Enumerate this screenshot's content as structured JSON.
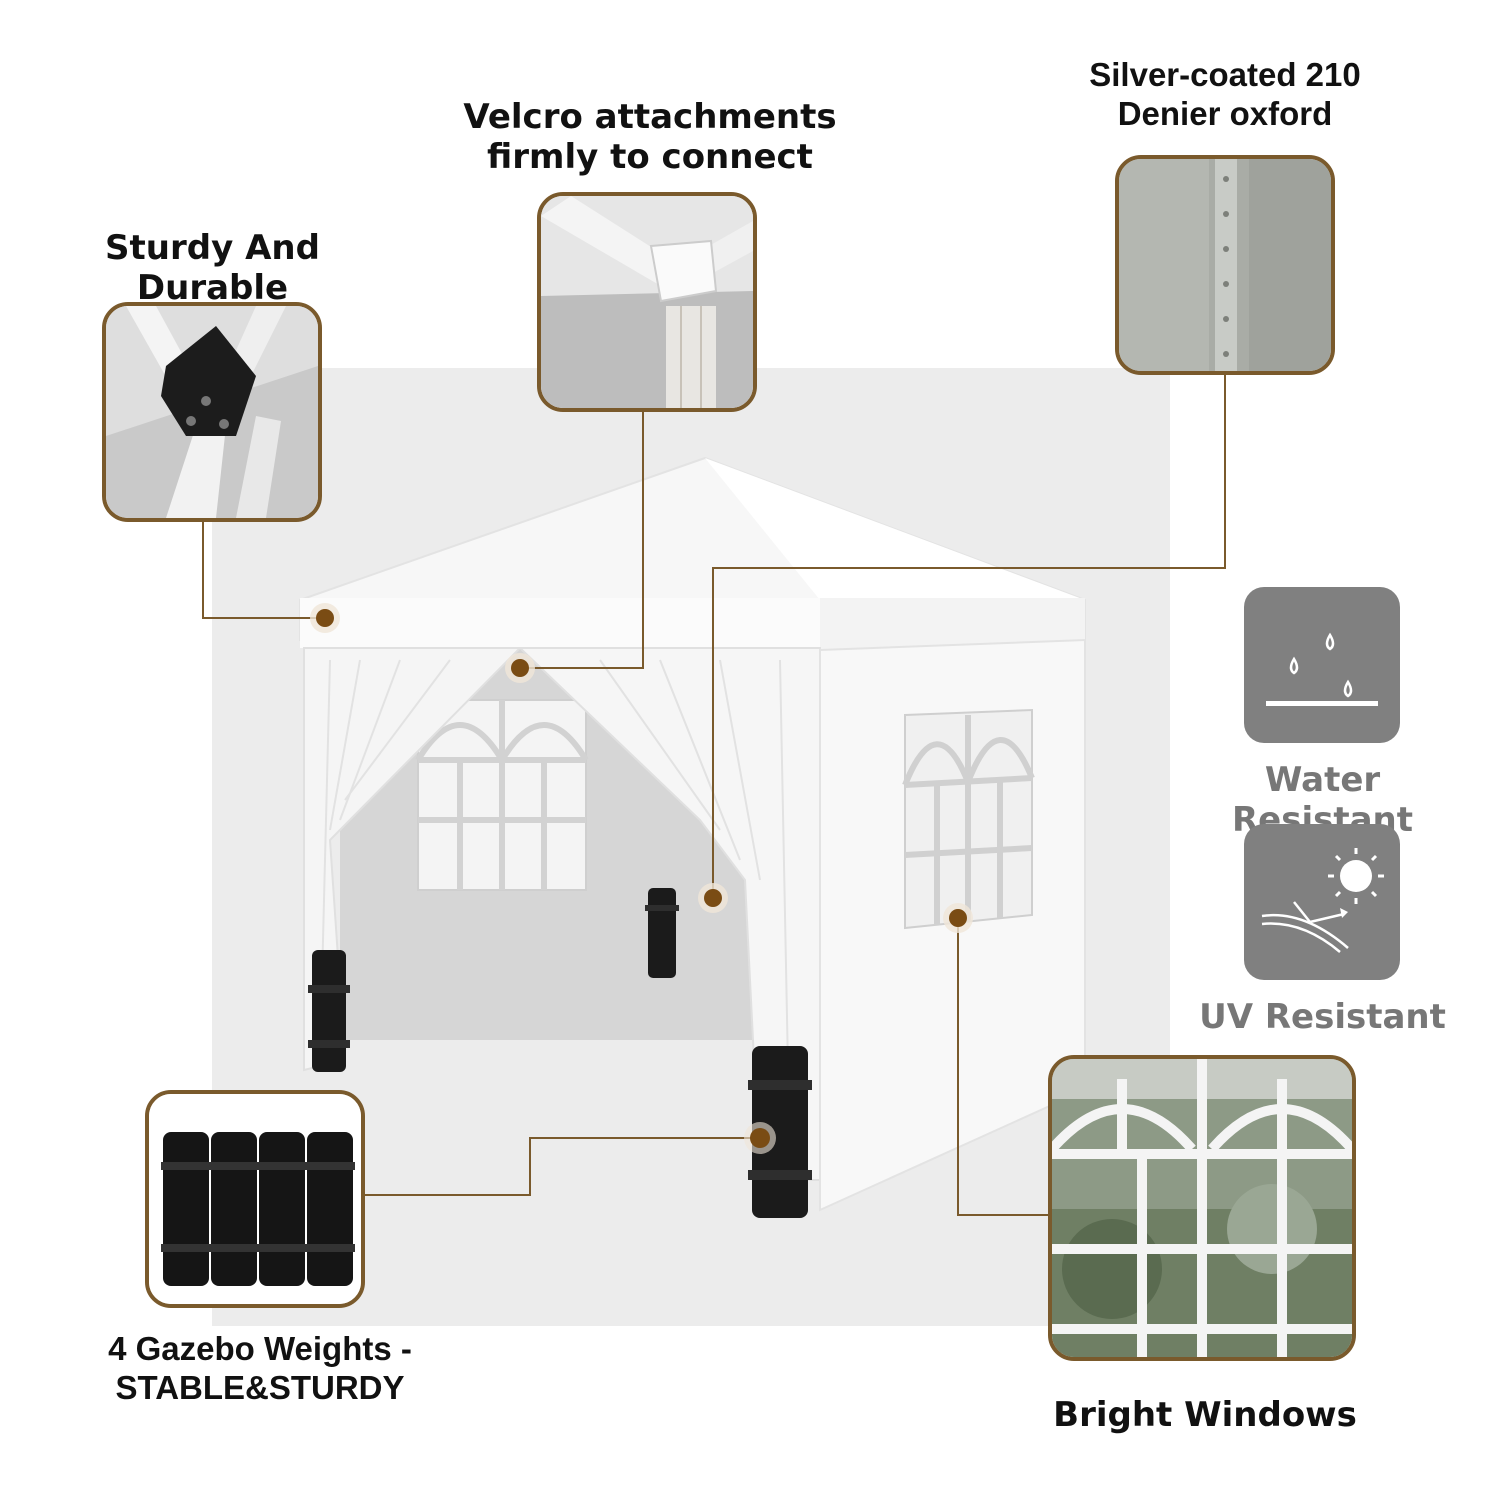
{
  "features": {
    "sturdy": "Sturdy And Durable",
    "velcro_line1": "Velcro attachments",
    "velcro_line2": "firmly to connect",
    "oxford_line1": "Silver-coated 210",
    "oxford_line2": "Denier oxford",
    "water": "Water Resistant",
    "uv": "UV Resistant",
    "weights_line1": "4 Gazebo Weights -",
    "weights_line2": "STABLE&STURDY",
    "windows": "Bright Windows"
  },
  "icons": [
    "water-resistant-icon",
    "uv-resistant-icon"
  ],
  "colors": {
    "accent": "#7a5a2c",
    "dot": "#7a4c14",
    "icon_bg": "#808080"
  }
}
